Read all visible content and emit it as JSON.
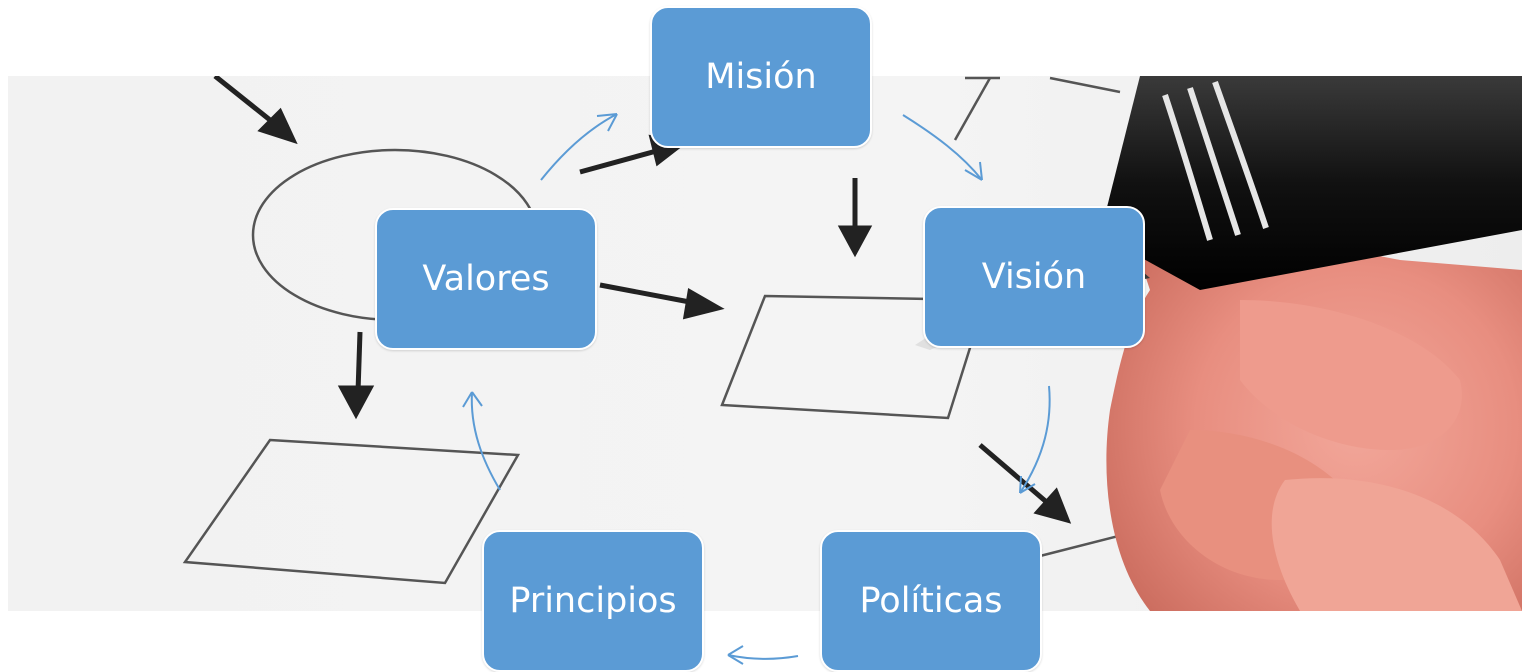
{
  "diagram": {
    "nodes": [
      {
        "id": "mision",
        "label": "Misión"
      },
      {
        "id": "vision",
        "label": "Visión"
      },
      {
        "id": "politicas",
        "label": "Políticas"
      },
      {
        "id": "principios",
        "label": "Principios"
      },
      {
        "id": "valores",
        "label": "Valores"
      }
    ],
    "cycle_order": [
      "valores",
      "mision",
      "vision",
      "politicas",
      "principios",
      "valores"
    ],
    "colors": {
      "node_fill": "#5b9bd5",
      "node_border": "#ffffff",
      "node_text": "#ffffff",
      "cycle_arrow": "#5b9bd5"
    }
  },
  "background": {
    "description_icon": "flowchart-sketch-with-hand-holding-pen-photo"
  }
}
